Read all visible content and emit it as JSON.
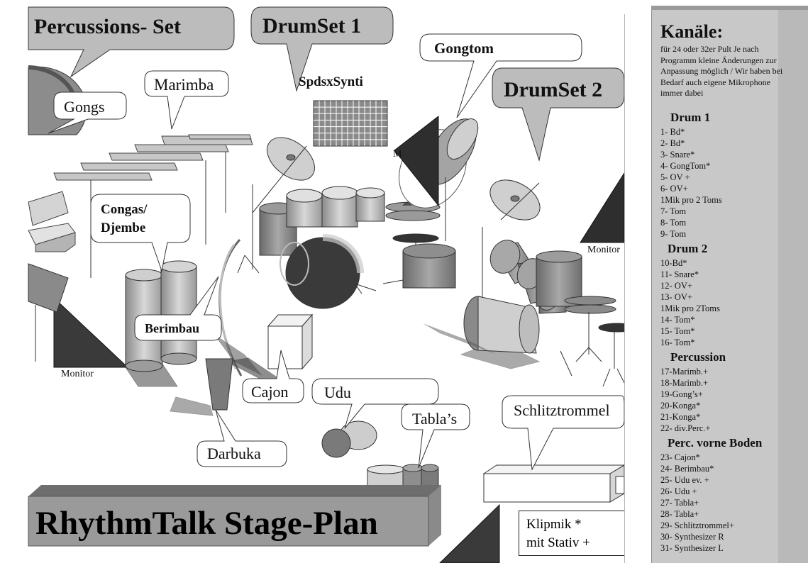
{
  "bubbles": {
    "percussions_set": "Percussions- Set",
    "drumset1": "DrumSet 1",
    "drumset2": "DrumSet 2",
    "gongtom": "Gongtom",
    "marimba": "Marimba",
    "gongs": "Gongs",
    "congas_line1": "Congas/",
    "congas_line2": "Djembe",
    "berimbau": "Berimbau",
    "cajon": "Cajon",
    "udu": "Udu",
    "tablas": "Tabla’s",
    "darbuka": "Darbuka",
    "schlitztrommel": "Schlitztrommel"
  },
  "labels": {
    "spdsx_synti": "SpdsxSynti",
    "monitor_left": "Monitor",
    "monitor_right": "Monitor",
    "monitor_center_m": "M",
    "stage_title": "RhythmTalk Stage-Plan"
  },
  "klipmik": {
    "line1": "Klipmik *",
    "line2": "mit Stativ +"
  },
  "sidebar": {
    "title": "Kanäle:",
    "intro": "für 24 oder 32er Pult Je nach Programm kleine Änderungen zur Anpassung möglich / Wir haben bei Bedarf auch eigene Mikrophone immer dabei",
    "sections": [
      {
        "heading": "Drum 1",
        "items": [
          "1- Bd*",
          "2- Bd*",
          "3- Snare*",
          "4- GongTom*",
          "5- OV +",
          "6- OV+",
          "1Mik pro 2 Toms",
          "7- Tom",
          "8- Tom",
          "9- Tom"
        ]
      },
      {
        "heading": "Drum 2",
        "items": [
          "10-Bd*",
          "11- Snare*",
          "12- OV+",
          "13- OV+",
          "1Mik pro 2Toms",
          "14- Tom*",
          "15- Tom*",
          "16- Tom*"
        ]
      },
      {
        "heading": "Percussion",
        "items": [
          "17-Marimb.+",
          "18-Marimb.+",
          "19-Gong’s+",
          "20-Konga*",
          "21-Konga*",
          "22- div.Perc.+"
        ]
      },
      {
        "heading": "Perc. vorne Boden",
        "items": [
          "23- Cajon*",
          "24- Berimbau*",
          "25- Udu ev. +",
          "26- Udu  +",
          "27- Tabla+",
          "28- Tabla+",
          "29- Schlitztrommel+",
          "30- Synthesizer R",
          "31- Synthesizer L"
        ]
      }
    ]
  }
}
